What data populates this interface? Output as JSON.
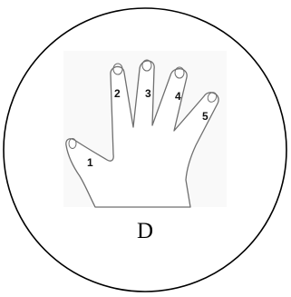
{
  "panel": {
    "label": "D"
  },
  "fingers": [
    {
      "number": "1",
      "name": "thumb"
    },
    {
      "number": "2",
      "name": "index"
    },
    {
      "number": "3",
      "name": "middle"
    },
    {
      "number": "4",
      "name": "ring"
    },
    {
      "number": "5",
      "name": "little"
    }
  ],
  "colors": {
    "outline": "#000000",
    "hand_stroke": "#6f6f6f",
    "hand_fill": "#ffffff",
    "texture": "#f2f2f2"
  }
}
